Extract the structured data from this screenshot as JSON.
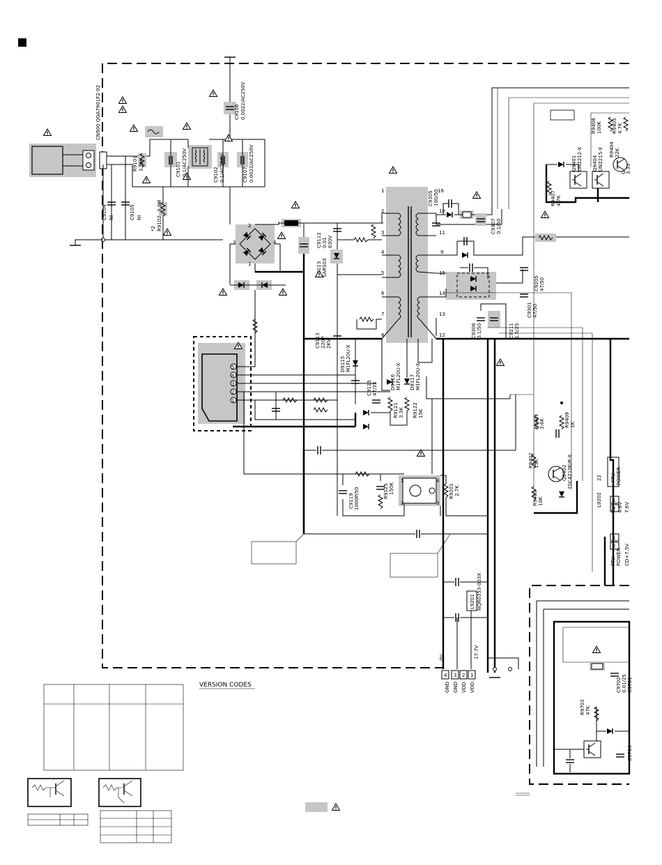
{
  "main_labels": {
    "version_codes": "VERSION CODES",
    "cn900": "CN900 QGA7901F2-02",
    "c9106": "C9106",
    "c9106_val": "0.0022/AC250V",
    "r9101": "R9101",
    "r9101_val": "3.3M",
    "c9101": "C9101",
    "c9101_val": "0.1/AC250V",
    "c9102": "C9102",
    "c9102_val": "0.1/AC250V",
    "c9107": "C9107",
    "c9107_val": "0.0022/AC250V",
    "c9104": "C9104",
    "c9104_val": "NI",
    "c9105": "C9105",
    "c9105_val": "NI",
    "r9102_note": "*2",
    "r9102": "R9102",
    "r9102_val": "3.3M",
    "c9112": "C9112",
    "c9112_val1": "0.01",
    "c9112_val2": "630V",
    "d9113": "D9113",
    "d9113_val": "SARS03",
    "c9113": "C9113",
    "c9113_val1": "220P",
    "c9113_val2": "2KV",
    "d9115": "D9115",
    "d9115_val": "M1FL20U-X",
    "c9115": "C9115",
    "c9115_val": "47/35",
    "d9116": "D9116",
    "d9116_val": "M1FL20U-X",
    "d9117": "D9117",
    "d9117_val": "M1FL20U-X",
    "r9121": "R9121",
    "r9121_val": "3.3K",
    "r9122": "R9122",
    "r9122_val": "15K",
    "c9119": "C9119",
    "c9119_val": "1000P/50",
    "r9125": "R9125",
    "r9125_val": "150K",
    "r9201": "R9201",
    "r9201_val": "2.7K",
    "c9305": "C9305",
    "c9305_val": "100/50",
    "c9307": "C9307",
    "c9307_val": "0.1/50",
    "c9306": "C9306",
    "c9306_val": "0.1/50",
    "c9211": "C9211",
    "c9211_val": "1.5/25",
    "c9205": "C9205",
    "c9205_val": "47/50",
    "c9301": "C9301",
    "c9301_val": "47/50",
    "r9407": "R9407",
    "r9407_val": "4.7K",
    "q9401": "Q9401",
    "q9401_val": "UN2212-X",
    "q9404": "Q9404",
    "q9404_val": "UN2215-X",
    "r9408": "R9408",
    "r9408_val": "100K",
    "r9405": "R9405",
    "r9405_val": "4.7K",
    "r9404": "R9404",
    "r9404_val": "22K",
    "q9403": "Q9403",
    "q9403_val": "3.3V",
    "r9401": "R9401",
    "r9401_val": "3.6K",
    "r9409": "R9409",
    "r9409_val": "1K",
    "r9402": "R9402",
    "r9402_val": "15K",
    "r9403": "R9403",
    "r9403_val": "10K",
    "q9402": "Q9402",
    "q9402_val": "2SC4210K/R-X",
    "l9202": "L9202",
    "l9202_val": "22",
    "ftu": "FTU",
    "power": "POWER",
    "v46": "4.6V",
    "v76": "7.6V",
    "v0": "0V",
    "cd75": "CD+7.5V",
    "l9201": "L9201",
    "l9201_val": "NQR0353-003X",
    "v177": "17.7V",
    "v0b": "0V",
    "gnd": "GND",
    "vdd": "VDD",
    "c9702": "C9702",
    "c9702_val": "0.01/25",
    "c9701": "C9701",
    "r9703": "R9703",
    "r9703_val": "47K",
    "c9704": "C9704",
    "pin_1": "1",
    "pin_2": "2",
    "pin_3": "3",
    "pin_4": "4",
    "pin_5": "5",
    "pin_6": "6",
    "pin_7": "7",
    "pin_8": "8",
    "pin_9": "9",
    "pin_10": "10",
    "pin_11": "11",
    "pin_12": "12",
    "pin_13": "13",
    "pin_14": "14",
    "pin_15": "15",
    "pin_16": "16"
  },
  "colors": {
    "shade": "#c6c6c6",
    "ink": "#000000"
  },
  "icons": [
    "warning-triangle-icon",
    "ground-symbol-icon",
    "transistor-symbol-icon"
  ]
}
